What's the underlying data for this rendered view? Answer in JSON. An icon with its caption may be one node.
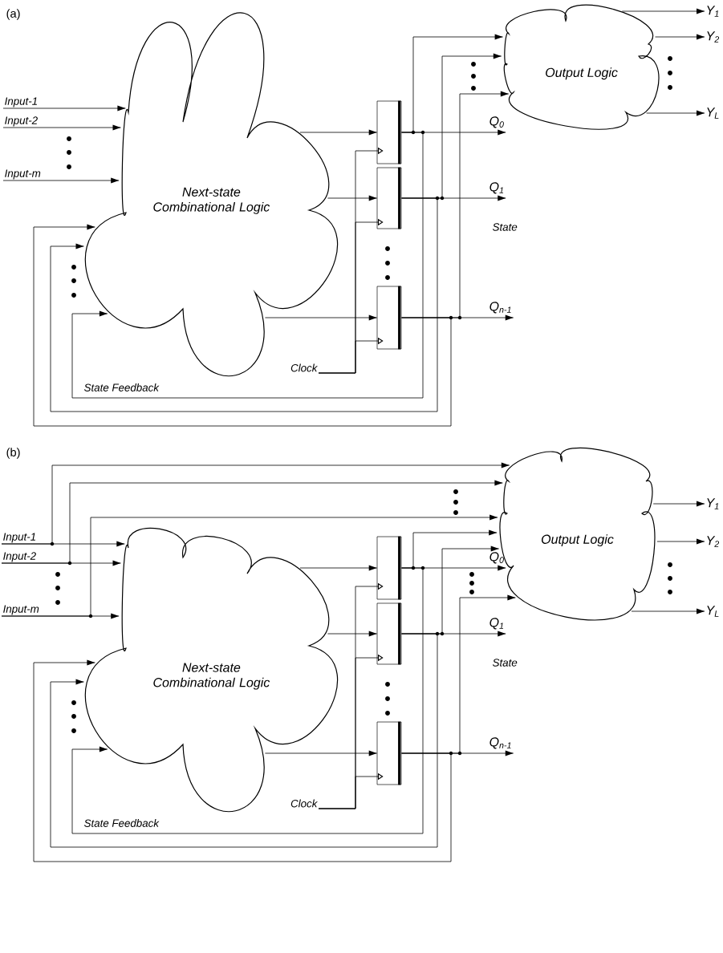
{
  "diagram": {
    "nodes": [
      {
        "text": [
          "Next-state Combinational Logic"
        ]
      },
      {
        "text": [
          "Output Logic"
        ]
      },
      {
        "text": [
          "Input-1"
        ]
      },
      {
        "text": [
          "Input-2"
        ]
      },
      {
        "text": [
          "Input-m"
        ]
      },
      {
        "text": [],
        "shape": "box"
      },
      {
        "text": [],
        "shape": "box"
      },
      {
        "text": [],
        "shape": "box"
      },
      {
        "text": [
          "Clock"
        ]
      },
      {
        "text": [
          "Q$_{0}$"
        ]
      },
      {
        "text": [
          "Q$_{1}$"
        ]
      },
      {
        "text": [
          "Q$_{n-1}$"
        ]
      },
      {
        "text": [
          "Y$_{1}$"
        ]
      },
      {
        "text": [
          "Y$_{2}$"
        ]
      },
      {
        "text": [
          "Y$_{L}$"
        ]
      },
      {
        "text": [
          "Next-state Combinational Logic"
        ]
      },
      {
        "text": [
          "Output Logic"
        ]
      },
      {
        "text": [
          "Input-1"
        ]
      },
      {
        "text": [
          "Input-2"
        ]
      },
      {
        "text": [
          "Input-m"
        ]
      },
      {
        "text": [],
        "shape": "box"
      },
      {
        "text": [],
        "shape": "box"
      },
      {
        "text": [],
        "shape": "box"
      },
      {
        "text": [
          "Clock"
        ]
      },
      {
        "text": [
          "Q$_{0}$"
        ]
      },
      {
        "text": [
          "Q$_{1}$"
        ]
      },
      {
        "text": [
          "Q$_{n-1}$"
        ]
      },
      {
        "text": [
          "Y$_{1}$"
        ]
      },
      {
        "text": [
          "Y$_{2}$"
        ]
      },
      {
        "text": [
          "Y$_{L}$"
        ]
      }
    ],
    "edges": [
      {
        "from": 2,
        "to": 0,
        "arrow": "to"
      },
      {
        "from": 3,
        "to": 0,
        "arrow": "to"
      },
      {
        "from": 4,
        "to": 0,
        "arrow": "to"
      },
      {
        "from": 0,
        "to": 5,
        "arrow": "to"
      },
      {
        "from": 0,
        "to": 6,
        "arrow": "to"
      },
      {
        "from": 0,
        "to": 7,
        "arrow": "to"
      },
      {
        "from": 8,
        "to": 5,
        "arrow": "to"
      },
      {
        "from": 8,
        "to": 6,
        "arrow": "to"
      },
      {
        "from": 8,
        "to": 7,
        "arrow": "to"
      },
      {
        "from": 5,
        "to": 9,
        "arrow": "to"
      },
      {
        "from": 6,
        "to": 10,
        "arrow": "to"
      },
      {
        "from": 7,
        "to": 11,
        "arrow": "to"
      },
      {
        "from": 5,
        "to": 1,
        "arrow": "to"
      },
      {
        "from": 6,
        "to": 1,
        "arrow": "to"
      },
      {
        "from": 7,
        "to": 1,
        "arrow": "to"
      },
      {
        "from": 5,
        "to": 0,
        "arrow": "to"
      },
      {
        "from": 6,
        "to": 0,
        "arrow": "to"
      },
      {
        "from": 7,
        "to": 0,
        "arrow": "to"
      },
      {
        "from": 1,
        "to": 12,
        "arrow": "to"
      },
      {
        "from": 1,
        "to": 13,
        "arrow": "to"
      },
      {
        "from": 1,
        "to": 14,
        "arrow": "to"
      },
      {
        "from": 17,
        "to": 15,
        "arrow": "to"
      },
      {
        "from": 18,
        "to": 15,
        "arrow": "to"
      },
      {
        "from": 19,
        "to": 15,
        "arrow": "to"
      },
      {
        "from": 17,
        "to": 16,
        "arrow": "to"
      },
      {
        "from": 18,
        "to": 16,
        "arrow": "to"
      },
      {
        "from": 19,
        "to": 16,
        "arrow": "to"
      },
      {
        "from": 15,
        "to": 20,
        "arrow": "to"
      },
      {
        "from": 15,
        "to": 21,
        "arrow": "to"
      },
      {
        "from": 15,
        "to": 22,
        "arrow": "to"
      },
      {
        "from": 23,
        "to": 20,
        "arrow": "to"
      },
      {
        "from": 23,
        "to": 21,
        "arrow": "to"
      },
      {
        "from": 23,
        "to": 22,
        "arrow": "to"
      },
      {
        "from": 20,
        "to": 24,
        "arrow": "to"
      },
      {
        "from": 21,
        "to": 25,
        "arrow": "to"
      },
      {
        "from": 22,
        "to": 26,
        "arrow": "to"
      },
      {
        "from": 20,
        "to": 16,
        "arrow": "to"
      },
      {
        "from": 21,
        "to": 16,
        "arrow": "to"
      },
      {
        "from": 22,
        "to": 16,
        "arrow": "to"
      },
      {
        "from": 20,
        "to": 15,
        "arrow": "to"
      },
      {
        "from": 21,
        "to": 15,
        "arrow": "to"
      },
      {
        "from": 22,
        "to": 15,
        "arrow": "to"
      },
      {
        "from": 16,
        "to": 27,
        "arrow": "to"
      },
      {
        "from": 16,
        "to": 28,
        "arrow": "to"
      },
      {
        "from": 16,
        "to": 29,
        "arrow": "to"
      }
    ],
    "labels": [
      "(a)",
      "State",
      "State Feedback",
      "(b)",
      "State",
      "State Feedback"
    ]
  }
}
